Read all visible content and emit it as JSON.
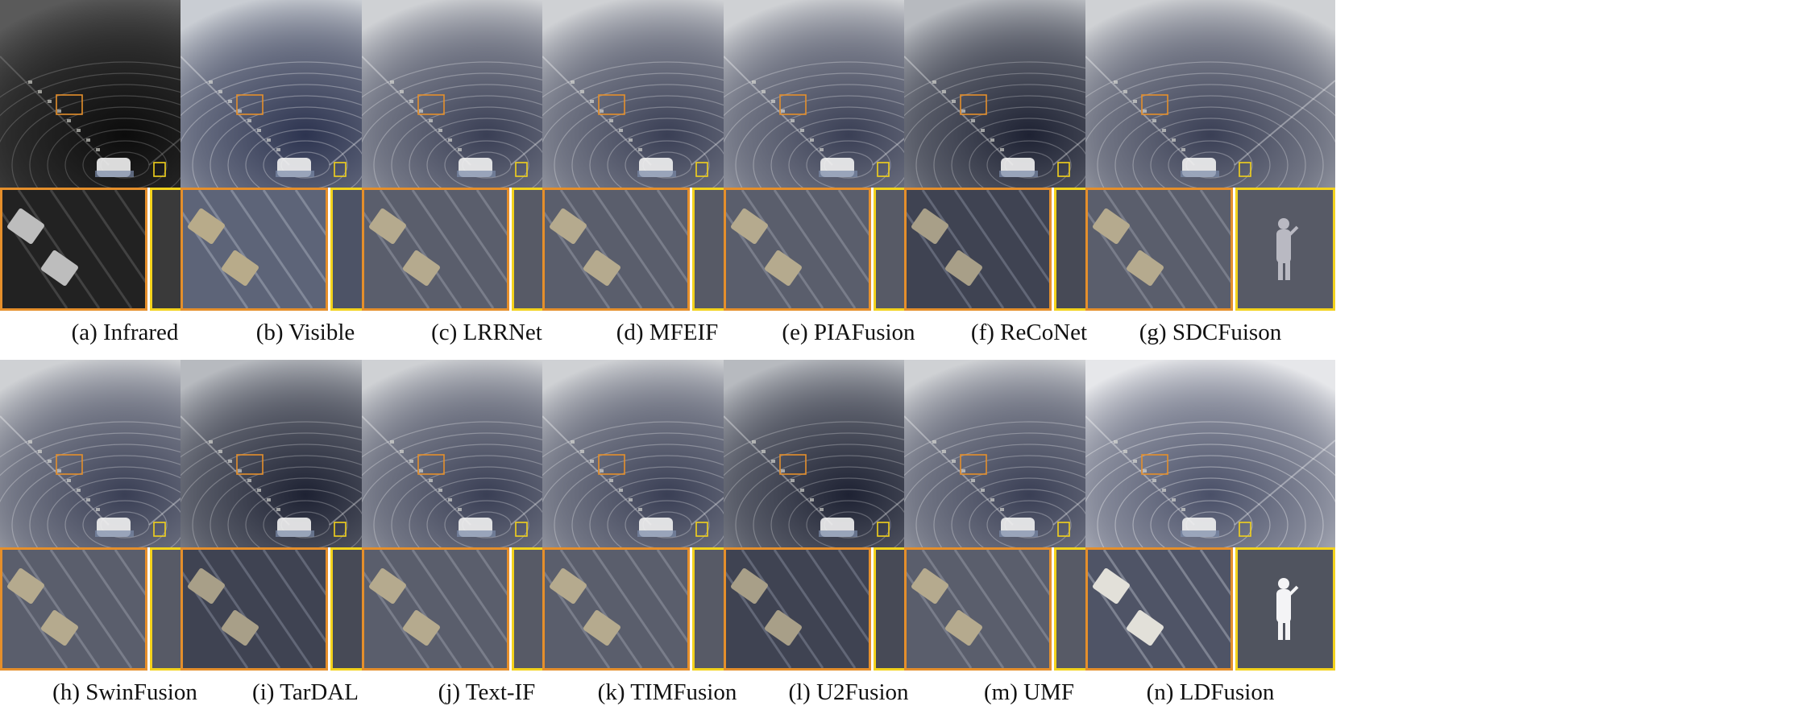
{
  "figure": {
    "panels": [
      {
        "caption": "(a) Infrared",
        "tone": "infrared"
      },
      {
        "caption": "(b) Visible",
        "tone": "visible"
      },
      {
        "caption": "(c) LRRNet",
        "tone": "fused"
      },
      {
        "caption": "(d) MFEIF",
        "tone": "fused"
      },
      {
        "caption": "(e) PIAFusion",
        "tone": "fused"
      },
      {
        "caption": "(f) ReCoNet",
        "tone": "fused-dark"
      },
      {
        "caption": "(g) SDCFuison",
        "tone": "fused"
      },
      {
        "caption": "(h) SwinFusion",
        "tone": "fused"
      },
      {
        "caption": "(i) TarDAL",
        "tone": "fused-dark"
      },
      {
        "caption": "(j) Text-IF",
        "tone": "fused"
      },
      {
        "caption": "(k) TIMFusion",
        "tone": "fused"
      },
      {
        "caption": "(l) U2Fusion",
        "tone": "fused-dark"
      },
      {
        "caption": "(m) UMF",
        "tone": "fused"
      },
      {
        "caption": "(n) LDFusion",
        "tone": "fused-bright"
      }
    ],
    "colors": {
      "orange_box": "#e58f2b",
      "yellow_box": "#f3d21c"
    }
  }
}
